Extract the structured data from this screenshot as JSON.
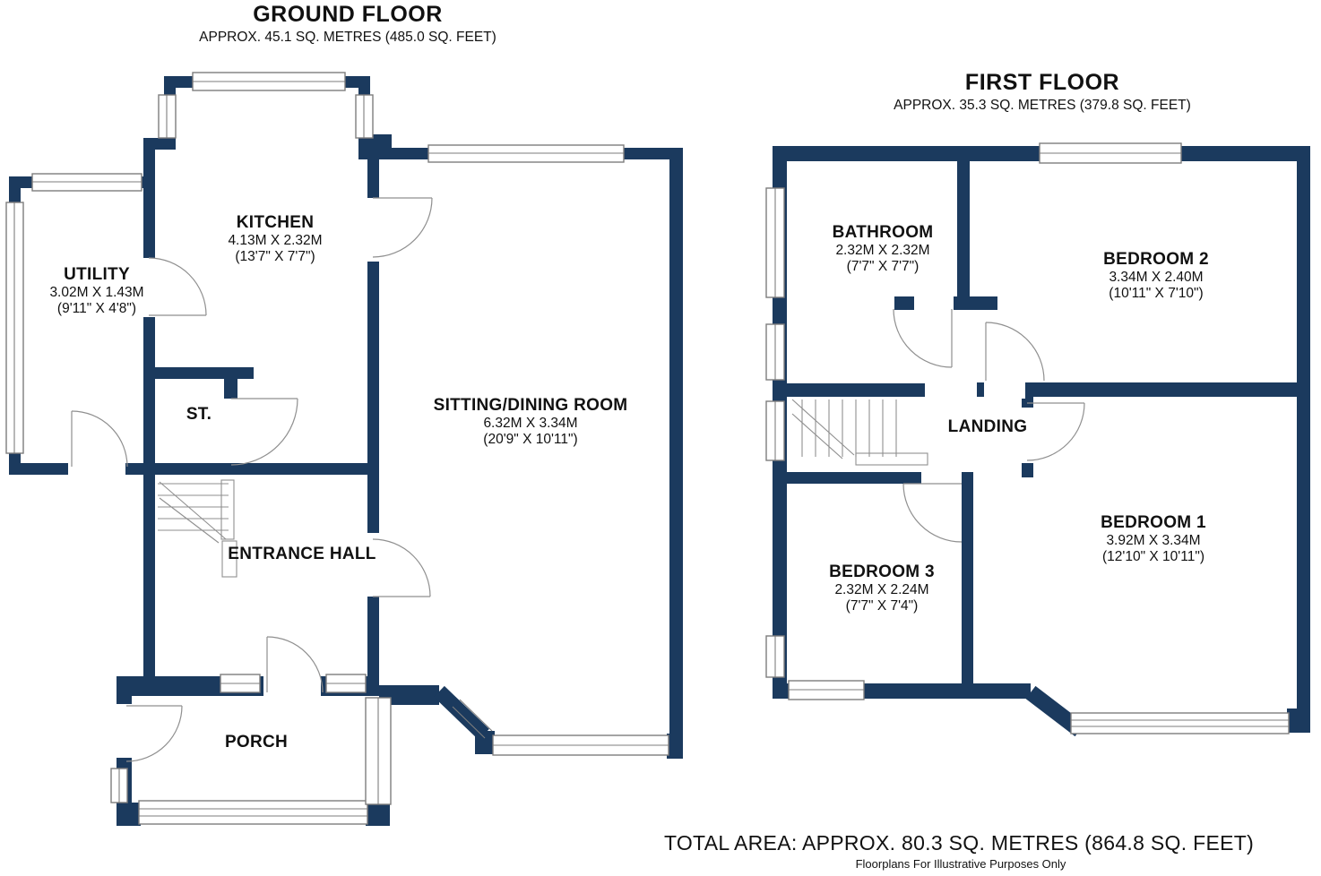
{
  "colors": {
    "wall": "#1b3a5e",
    "lines": "#8f8f8f",
    "text": "#111111"
  },
  "floors": [
    {
      "id": "ground",
      "title": "GROUND FLOOR",
      "subtitle": "APPROX. 45.1 SQ. METRES (485.0 SQ. FEET)",
      "rooms": [
        {
          "name": "KITCHEN",
          "dim_m": "4.13M X 2.32M",
          "dim_ft": "(13'7\" X 7'7\")"
        },
        {
          "name": "UTILITY",
          "dim_m": "3.02M X 1.43M",
          "dim_ft": "(9'11\" X 4'8\")"
        },
        {
          "name": "ST."
        },
        {
          "name": "SITTING/DINING ROOM",
          "dim_m": "6.32M X 3.34M",
          "dim_ft": "(20'9\" X 10'11\")"
        },
        {
          "name": "ENTRANCE HALL"
        },
        {
          "name": "PORCH"
        }
      ]
    },
    {
      "id": "first",
      "title": "FIRST FLOOR",
      "subtitle": "APPROX. 35.3 SQ. METRES (379.8 SQ. FEET)",
      "rooms": [
        {
          "name": "BATHROOM",
          "dim_m": "2.32M X 2.32M",
          "dim_ft": "(7'7\" X 7'7\")"
        },
        {
          "name": "BEDROOM 2",
          "dim_m": "3.34M X 2.40M",
          "dim_ft": "(10'11\" X 7'10\")"
        },
        {
          "name": "LANDING"
        },
        {
          "name": "BEDROOM 3",
          "dim_m": "2.32M X 2.24M",
          "dim_ft": "(7'7\" X 7'4\")"
        },
        {
          "name": "BEDROOM 1",
          "dim_m": "3.92M X 3.34M",
          "dim_ft": "(12'10\" X 10'11\")"
        }
      ]
    }
  ],
  "footer": {
    "total_area": "TOTAL AREA: APPROX. 80.3 SQ. METRES (864.8 SQ. FEET)",
    "note": "Floorplans For Illustrative Purposes Only"
  }
}
